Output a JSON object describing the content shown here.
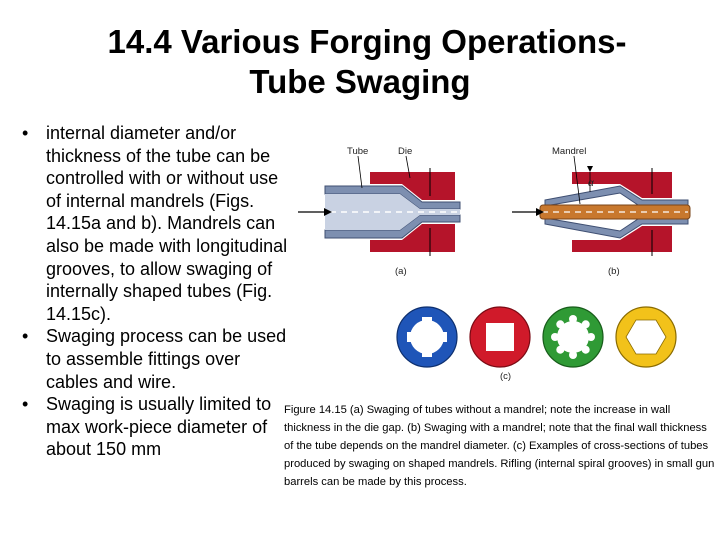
{
  "slide": {
    "title_line1": "14.4 Various Forging Operations-",
    "title_line2": "Tube Swaging",
    "bullets": [
      "internal diameter and/or thickness of the tube can be controlled with or without use of internal mandrels (Figs. 14.15a and b). Mandrels can also be made with longitudinal grooves, to allow swaging of internally shaped tubes (Fig. 14.15c).",
      "Swaging process can be used to assemble fittings over cables and wire.",
      "Swaging is usually limited to max work-piece diameter of about 150 mm"
    ]
  },
  "figure": {
    "labels": {
      "tube": "Tube",
      "die": "Die",
      "mandrel": "Mandrel",
      "alpha": "α",
      "a": "(a)",
      "b": "(b)",
      "c": "(c)"
    },
    "colors": {
      "die": "#b5142a",
      "tube": "#7d8fb0",
      "tube_dark": "#3f4f72",
      "mandrel": "#c8782e",
      "cross_blue": "#1f55b8",
      "cross_red": "#d01a2a",
      "cross_green": "#2f9a35",
      "cross_yellow": "#f2c21a"
    },
    "caption": "Figure 14.15 (a) Swaging of tubes without a mandrel; note the increase in wall thickness in the die gap. (b) Swaging with a mandrel; note that the final wall thickness of the tube depends on the mandrel diameter. (c) Examples of cross-sections of tubes produced by swaging on shaped mandrels. Rifling (internal spiral grooves) in small gun barrels can be made by this process."
  }
}
